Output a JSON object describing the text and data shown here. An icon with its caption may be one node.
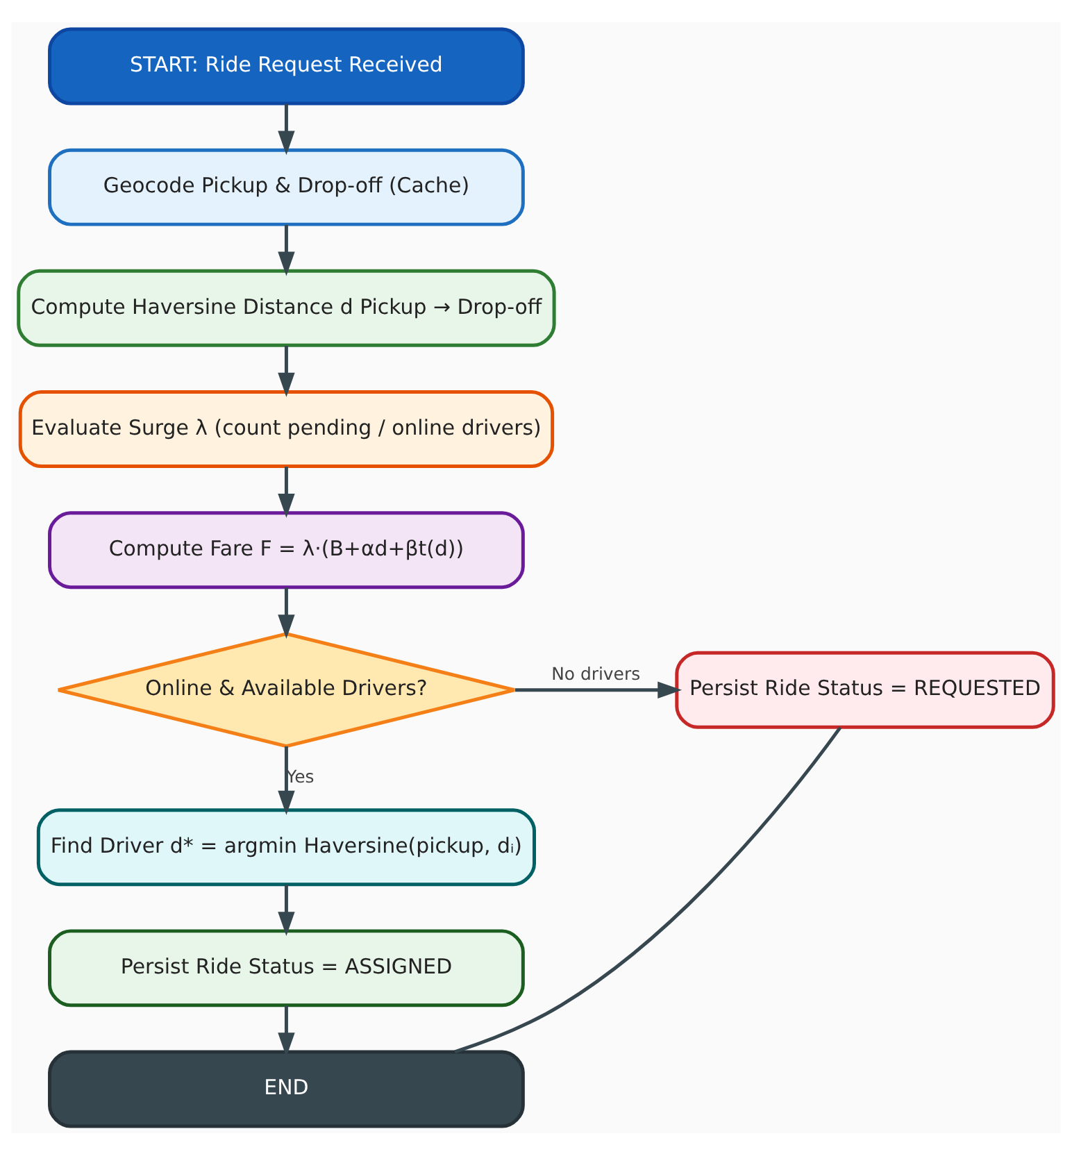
{
  "diagram": {
    "nodes": [
      {
        "text": [
          "START: Ride Request Received"
        ]
      },
      {
        "text": [
          "Geocode Pickup & Drop-off (Cache)"
        ]
      },
      {
        "text": [
          "Compute Haversine Distance d Pickup → Drop-off"
        ]
      },
      {
        "text": [
          "Evaluate Surge λ (count pending / online drivers)"
        ]
      },
      {
        "text": [
          "Compute Fare F = λ·(B+αd+βt(d))"
        ]
      },
      {
        "text": [
          "Online & Available Drivers?"
        ]
      },
      {
        "text": [
          "Persist Ride Status = REQUESTED"
        ]
      },
      {
        "text": [
          "Find Driver d* = argmin Haversine(pickup, dᵢ)"
        ]
      },
      {
        "text": [
          "Persist Ride Status = ASSIGNED"
        ]
      },
      {
        "text": [
          "END"
        ]
      }
    ],
    "edges": [
      {
        "from": 0,
        "to": 1,
        "arrow": "to"
      },
      {
        "from": 1,
        "to": 2,
        "arrow": "to"
      },
      {
        "from": 2,
        "to": 3,
        "arrow": "to"
      },
      {
        "from": 3,
        "to": 4,
        "arrow": "to"
      },
      {
        "from": 4,
        "to": 5,
        "arrow": "to"
      },
      {
        "from": 5,
        "to": 6,
        "arrow": "to",
        "label": "No drivers"
      },
      {
        "from": 5,
        "to": 7,
        "arrow": "to",
        "label": "Yes"
      },
      {
        "from": 7,
        "to": 8,
        "arrow": "to"
      },
      {
        "from": 8,
        "to": 9,
        "arrow": "to"
      },
      {
        "from": 6,
        "to": 9,
        "arrow": "none"
      }
    ]
  }
}
